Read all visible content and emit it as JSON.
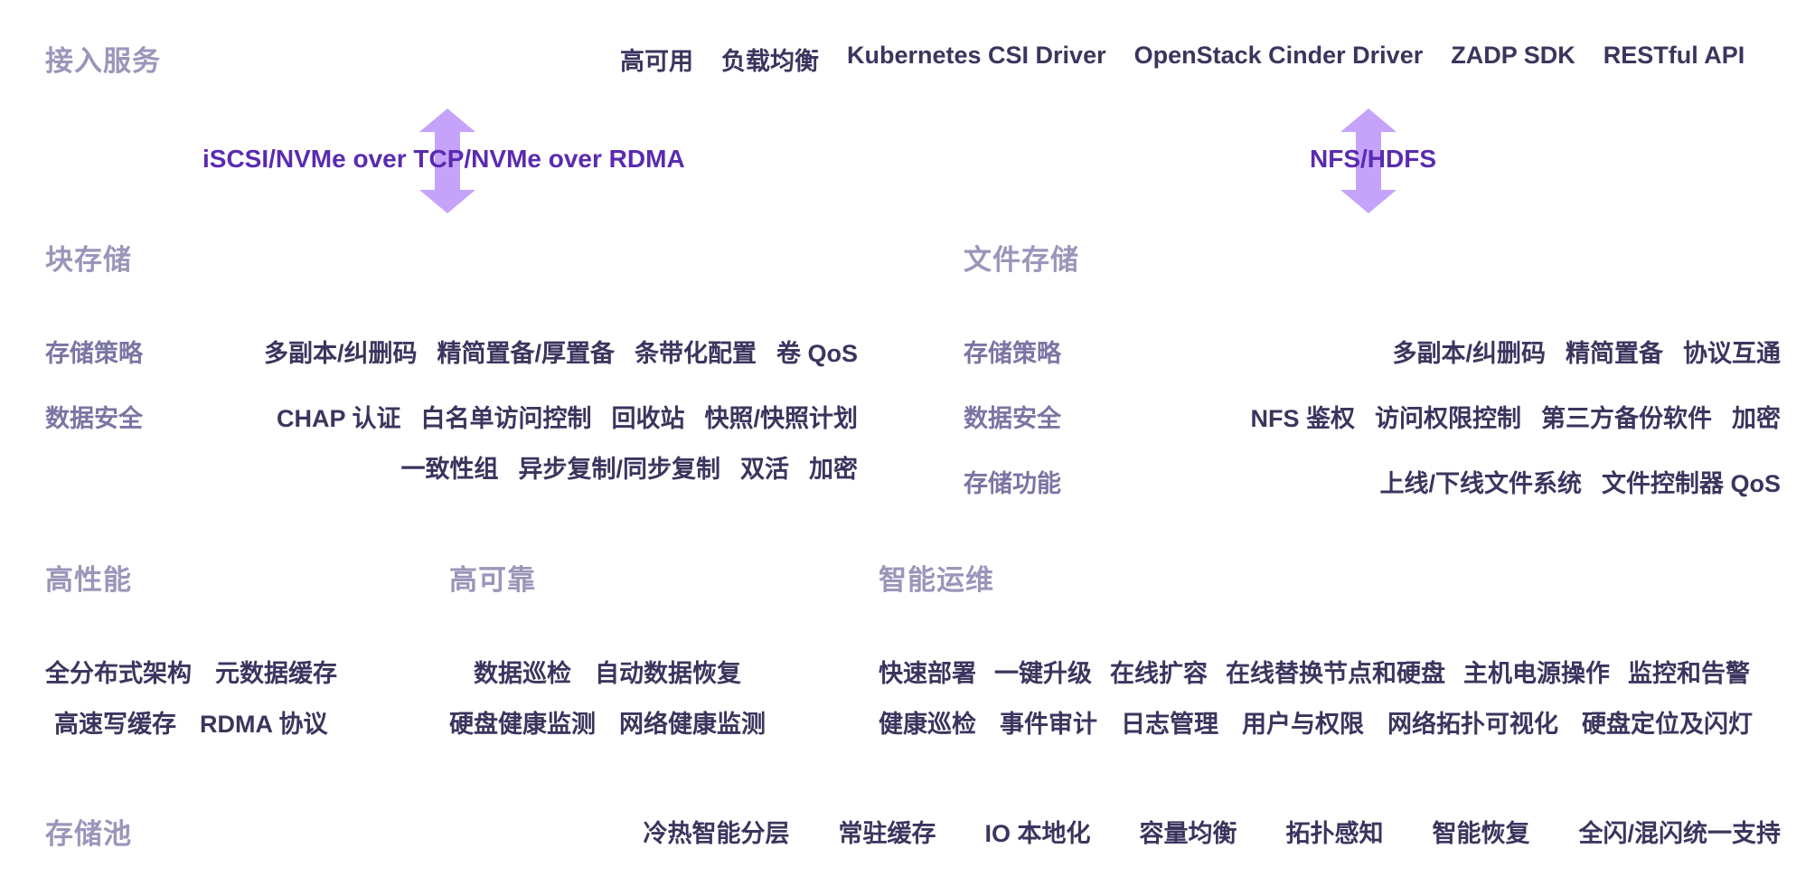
{
  "access": {
    "title": "接入服务",
    "items": [
      "高可用",
      "负载均衡",
      "Kubernetes CSI Driver",
      "OpenStack Cinder Driver",
      "ZADP SDK",
      "RESTful API"
    ]
  },
  "protocols": {
    "block": "iSCSI/NVMe over TCP/NVMe over RDMA",
    "file": "NFS/HDFS"
  },
  "block_storage": {
    "title": "块存储",
    "policy_label": "存储策略",
    "policy_items": [
      "多副本/纠删码",
      "精简置备/厚置备",
      "条带化配置",
      "卷 QoS"
    ],
    "security_label": "数据安全",
    "security_items_1": [
      "CHAP 认证",
      "白名单访问控制",
      "回收站",
      "快照/快照计划"
    ],
    "security_items_2": [
      "一致性组",
      "异步复制/同步复制",
      "双活",
      "加密"
    ]
  },
  "file_storage": {
    "title": "文件存储",
    "policy_label": "存储策略",
    "policy_items": [
      "多副本/纠删码",
      "精简置备",
      "协议互通"
    ],
    "security_label": "数据安全",
    "security_items": [
      "NFS 鉴权",
      "访问权限控制",
      "第三方备份软件",
      "加密"
    ],
    "function_label": "存储功能",
    "function_items": [
      "上线/下线文件系统",
      "文件控制器 QoS"
    ]
  },
  "high_performance": {
    "title": "高性能",
    "row1": [
      "全分布式架构",
      "元数据缓存"
    ],
    "row2": [
      "高速写缓存",
      "RDMA 协议"
    ]
  },
  "high_reliability": {
    "title": "高可靠",
    "row1": [
      "数据巡检",
      "自动数据恢复"
    ],
    "row2": [
      "硬盘健康监测",
      "网络健康监测"
    ]
  },
  "ops": {
    "title": "智能运维",
    "row1": [
      "快速部署",
      "一键升级",
      "在线扩容",
      "在线替换节点和硬盘",
      "主机电源操作",
      "监控和告警"
    ],
    "row2": [
      "健康巡检",
      "事件审计",
      "日志管理",
      "用户与权限",
      "网络拓扑可视化",
      "硬盘定位及闪灯"
    ]
  },
  "pool": {
    "title": "存储池",
    "items": [
      "冷热智能分层",
      "常驻缓存",
      "IO 本地化",
      "容量均衡",
      "拓扑感知",
      "智能恢复",
      "全闪/混闪统一支持"
    ]
  },
  "colors": {
    "heading": "#9a96ba",
    "label": "#7a75a3",
    "text": "#3b355e",
    "protocol": "#5a2bb0",
    "arrow": "#c5a3fb"
  }
}
